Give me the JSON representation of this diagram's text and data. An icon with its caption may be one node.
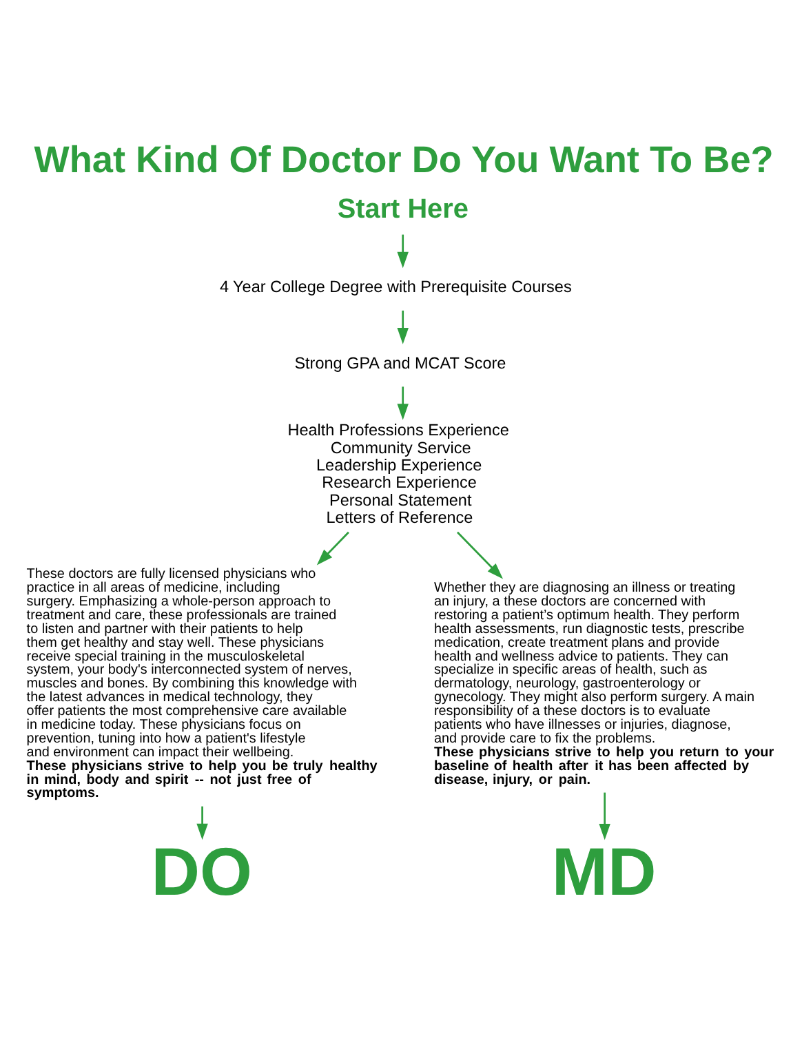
{
  "diagram": {
    "title": "What Kind Of Doctor Do You Want To Be?",
    "nodes": [
      {
        "text": [
          "Start Here"
        ]
      },
      {
        "text": [
          "4 Year College Degree with Prerequisite Courses"
        ]
      },
      {
        "text": [
          "Strong GPA and MCAT Score"
        ]
      },
      {
        "text": [
          "Health Professions Experience",
          "Community Service",
          "Leadership Experience",
          "Research Experience",
          "Personal Statement",
          "Letters of Reference"
        ]
      },
      {
        "text": [
          "These doctors are fully licensed physicians who practice in all areas of medicine, including surgery. Emphasizing a whole-person approach to treatment and care, these professionals are trained to listen and partner with their patients to help them get healthy and stay well. These physicians receive special training in the musculoskeletal system, your body's interconnected system of nerves, muscles and bones. By combining this knowledge with the latest advances in medical technology, they offer patients the most comprehensive care available in medicine today. These physicians focus on prevention, tuning into how a patient's lifestyle and environment can impact their wellbeing. **These physicians strive to help you be truly healthy in mind, body and spirit -- not just free of symptoms.**"
        ]
      },
      {
        "text": [
          "Whether they are diagnosing an illness or treating an injury, a these doctors are concerned with restoring a patient’s optimum health. They perform health assessments, run diagnostic tests, prescribe medication, create treatment plans and provide health and wellness advice to patients. They can specialize in specific areas of health, such as dermatology, neurology, gastroenterology or gynecology. They might also perform surgery. A main responsibility of a these doctors is to evaluate patients who have illnesses or injuries, diagnose, and provide care to fix the problems. **These physicians strive to help you return to your baseline of health after it has been affected by disease, injury, or pain.**"
        ]
      },
      {
        "text": [
          "DO"
        ]
      },
      {
        "text": [
          "MD"
        ]
      }
    ],
    "edges": [
      {
        "from": 0,
        "to": 1,
        "arrow": "to"
      },
      {
        "from": 1,
        "to": 2,
        "arrow": "to"
      },
      {
        "from": 2,
        "to": 3,
        "arrow": "to"
      },
      {
        "from": 3,
        "to": 4,
        "arrow": "to"
      },
      {
        "from": 3,
        "to": 5,
        "arrow": "to"
      },
      {
        "from": 4,
        "to": 6,
        "arrow": "to"
      },
      {
        "from": 5,
        "to": 7,
        "arrow": "to"
      }
    ]
  }
}
